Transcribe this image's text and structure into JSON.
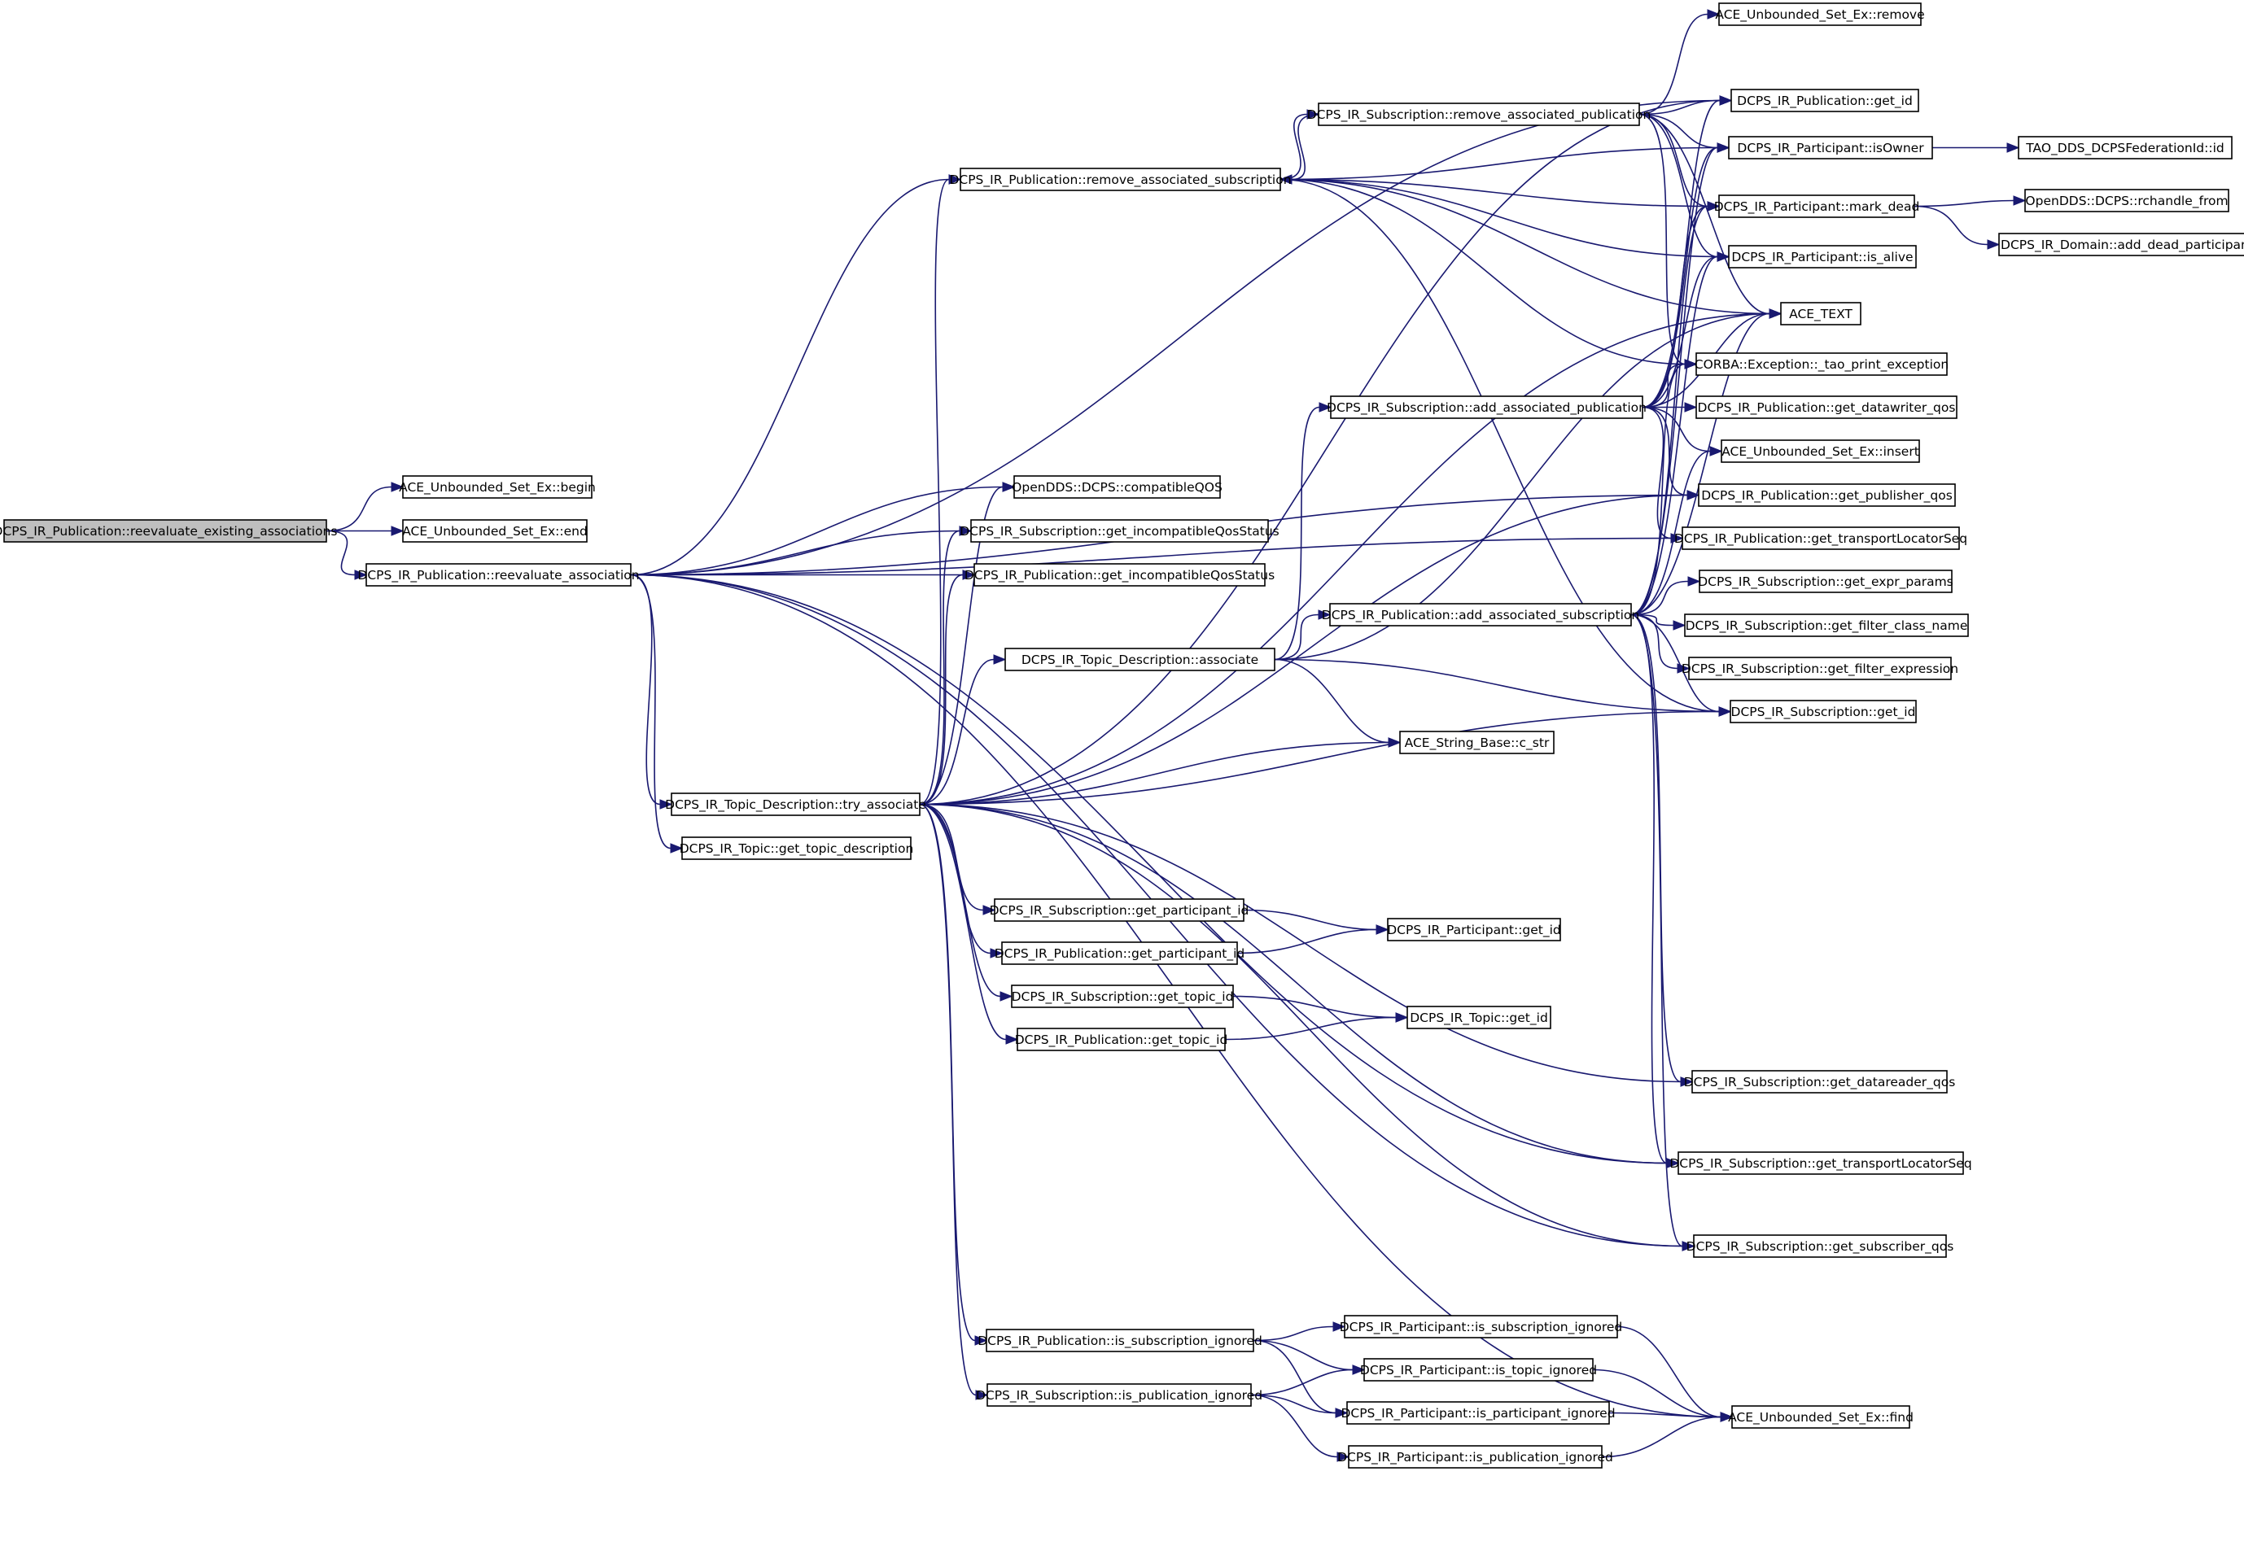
{
  "diagram": {
    "nodes": [
      {
        "id": "root",
        "label": "DCPS_IR_Publication::reevaluate_existing_associations",
        "root": true
      },
      {
        "id": "set_begin",
        "label": "ACE_Unbounded_Set_Ex::begin"
      },
      {
        "id": "set_end",
        "label": "ACE_Unbounded_Set_Ex::end"
      },
      {
        "id": "reeval_assoc",
        "label": "DCPS_IR_Publication::reevaluate_association"
      },
      {
        "id": "pub_remove_sub",
        "label": "DCPS_IR_Publication::remove_associated_subscription"
      },
      {
        "id": "set_remove",
        "label": "ACE_Unbounded_Set_Ex::remove"
      },
      {
        "id": "pub_get_id",
        "label": "DCPS_IR_Publication::get_id"
      },
      {
        "id": "sub_remove_pub",
        "label": "DCPS_IR_Subscription::remove_associated_publication"
      },
      {
        "id": "part_isowner",
        "label": "DCPS_IR_Participant::isOwner"
      },
      {
        "id": "fed_id",
        "label": "TAO_DDS_DCPSFederationId::id"
      },
      {
        "id": "part_mark_dead",
        "label": "DCPS_IR_Participant::mark_dead"
      },
      {
        "id": "rchandle_from",
        "label": "OpenDDS::DCPS::rchandle_from"
      },
      {
        "id": "add_dead_part",
        "label": "DCPS_IR_Domain::add_dead_participant"
      },
      {
        "id": "part_is_alive",
        "label": "DCPS_IR_Participant::is_alive"
      },
      {
        "id": "ace_text",
        "label": "ACE_TEXT"
      },
      {
        "id": "corba_exc",
        "label": "CORBA::Exception::_tao_print_exception"
      },
      {
        "id": "sub_add_pub",
        "label": "DCPS_IR_Subscription::add_associated_publication"
      },
      {
        "id": "pub_dw_qos",
        "label": "DCPS_IR_Publication::get_datawriter_qos"
      },
      {
        "id": "set_insert",
        "label": "ACE_Unbounded_Set_Ex::insert"
      },
      {
        "id": "compat_qos",
        "label": "OpenDDS::DCPS::compatibleQOS"
      },
      {
        "id": "pub_pub_qos",
        "label": "DCPS_IR_Publication::get_publisher_qos"
      },
      {
        "id": "sub_incompat",
        "label": "DCPS_IR_Subscription::get_incompatibleQosStatus"
      },
      {
        "id": "pub_tls",
        "label": "DCPS_IR_Publication::get_transportLocatorSeq"
      },
      {
        "id": "pub_incompat",
        "label": "DCPS_IR_Publication::get_incompatibleQosStatus"
      },
      {
        "id": "sub_expr_params",
        "label": "DCPS_IR_Subscription::get_expr_params"
      },
      {
        "id": "pub_add_sub",
        "label": "DCPS_IR_Publication::add_associated_subscription"
      },
      {
        "id": "sub_filter_class",
        "label": "DCPS_IR_Subscription::get_filter_class_name"
      },
      {
        "id": "td_associate",
        "label": "DCPS_IR_Topic_Description::associate"
      },
      {
        "id": "sub_filter_expr",
        "label": "DCPS_IR_Subscription::get_filter_expression"
      },
      {
        "id": "sub_get_id",
        "label": "DCPS_IR_Subscription::get_id"
      },
      {
        "id": "c_str",
        "label": "ACE_String_Base::c_str"
      },
      {
        "id": "td_try",
        "label": "DCPS_IR_Topic_Description::try_associate"
      },
      {
        "id": "topic_get_td",
        "label": "DCPS_IR_Topic::get_topic_description"
      },
      {
        "id": "sub_get_part_id",
        "label": "DCPS_IR_Subscription::get_participant_id"
      },
      {
        "id": "part_get_id",
        "label": "DCPS_IR_Participant::get_id"
      },
      {
        "id": "pub_get_part_id",
        "label": "DCPS_IR_Publication::get_participant_id"
      },
      {
        "id": "sub_get_topic_id",
        "label": "DCPS_IR_Subscription::get_topic_id"
      },
      {
        "id": "topic_get_id",
        "label": "DCPS_IR_Topic::get_id"
      },
      {
        "id": "pub_get_topic_id",
        "label": "DCPS_IR_Publication::get_topic_id"
      },
      {
        "id": "sub_dr_qos",
        "label": "DCPS_IR_Subscription::get_datareader_qos"
      },
      {
        "id": "sub_tls",
        "label": "DCPS_IR_Subscription::get_transportLocatorSeq"
      },
      {
        "id": "sub_sub_qos",
        "label": "DCPS_IR_Subscription::get_subscriber_qos"
      },
      {
        "id": "pub_is_sub_ign",
        "label": "DCPS_IR_Publication::is_subscription_ignored"
      },
      {
        "id": "part_is_sub_ign",
        "label": "DCPS_IR_Participant::is_subscription_ignored"
      },
      {
        "id": "part_is_topic_ign",
        "label": "DCPS_IR_Participant::is_topic_ignored"
      },
      {
        "id": "sub_is_pub_ign",
        "label": "DCPS_IR_Subscription::is_publication_ignored"
      },
      {
        "id": "part_is_part_ign",
        "label": "DCPS_IR_Participant::is_participant_ignored"
      },
      {
        "id": "set_find",
        "label": "ACE_Unbounded_Set_Ex::find"
      },
      {
        "id": "part_is_pub_ign",
        "label": "DCPS_IR_Participant::is_publication_ignored"
      }
    ],
    "edges": [
      {
        "from": "root",
        "to": "set_begin"
      },
      {
        "from": "root",
        "to": "set_end"
      },
      {
        "from": "root",
        "to": "reeval_assoc"
      },
      {
        "from": "reeval_assoc",
        "to": "pub_remove_sub"
      },
      {
        "from": "reeval_assoc",
        "to": "compat_qos"
      },
      {
        "from": "reeval_assoc",
        "to": "sub_incompat"
      },
      {
        "from": "reeval_assoc",
        "to": "pub_incompat"
      },
      {
        "from": "reeval_assoc",
        "to": "td_try"
      },
      {
        "from": "reeval_assoc",
        "to": "topic_get_td"
      },
      {
        "from": "reeval_assoc",
        "to": "pub_get_id"
      },
      {
        "from": "reeval_assoc",
        "to": "pub_pub_qos"
      },
      {
        "from": "reeval_assoc",
        "to": "pub_tls"
      },
      {
        "from": "reeval_assoc",
        "to": "sub_tls"
      },
      {
        "from": "reeval_assoc",
        "to": "sub_sub_qos"
      },
      {
        "from": "reeval_assoc",
        "to": "set_find"
      },
      {
        "from": "pub_remove_sub",
        "to": "sub_remove_pub"
      },
      {
        "from": "pub_remove_sub",
        "to": "part_isowner"
      },
      {
        "from": "pub_remove_sub",
        "to": "part_mark_dead"
      },
      {
        "from": "pub_remove_sub",
        "to": "part_is_alive"
      },
      {
        "from": "pub_remove_sub",
        "to": "ace_text"
      },
      {
        "from": "pub_remove_sub",
        "to": "corba_exc"
      },
      {
        "from": "pub_remove_sub",
        "to": "sub_get_id"
      },
      {
        "from": "sub_remove_pub",
        "to": "set_remove"
      },
      {
        "from": "sub_remove_pub",
        "to": "pub_get_id"
      },
      {
        "from": "sub_remove_pub",
        "to": "part_isowner"
      },
      {
        "from": "sub_remove_pub",
        "to": "part_mark_dead"
      },
      {
        "from": "sub_remove_pub",
        "to": "part_is_alive"
      },
      {
        "from": "sub_remove_pub",
        "to": "ace_text"
      },
      {
        "from": "sub_remove_pub",
        "to": "corba_exc"
      },
      {
        "from": "sub_remove_pub",
        "to": "pub_remove_sub"
      },
      {
        "from": "part_isowner",
        "to": "fed_id"
      },
      {
        "from": "part_mark_dead",
        "to": "rchandle_from"
      },
      {
        "from": "part_mark_dead",
        "to": "add_dead_part"
      },
      {
        "from": "sub_add_pub",
        "to": "pub_get_id"
      },
      {
        "from": "sub_add_pub",
        "to": "part_isowner"
      },
      {
        "from": "sub_add_pub",
        "to": "part_mark_dead"
      },
      {
        "from": "sub_add_pub",
        "to": "part_is_alive"
      },
      {
        "from": "sub_add_pub",
        "to": "ace_text"
      },
      {
        "from": "sub_add_pub",
        "to": "corba_exc"
      },
      {
        "from": "sub_add_pub",
        "to": "pub_dw_qos"
      },
      {
        "from": "sub_add_pub",
        "to": "set_insert"
      },
      {
        "from": "sub_add_pub",
        "to": "pub_pub_qos"
      },
      {
        "from": "sub_add_pub",
        "to": "pub_tls"
      },
      {
        "from": "pub_add_sub",
        "to": "part_isowner"
      },
      {
        "from": "pub_add_sub",
        "to": "part_mark_dead"
      },
      {
        "from": "pub_add_sub",
        "to": "part_is_alive"
      },
      {
        "from": "pub_add_sub",
        "to": "ace_text"
      },
      {
        "from": "pub_add_sub",
        "to": "corba_exc"
      },
      {
        "from": "pub_add_sub",
        "to": "set_insert"
      },
      {
        "from": "pub_add_sub",
        "to": "sub_expr_params"
      },
      {
        "from": "pub_add_sub",
        "to": "sub_filter_class"
      },
      {
        "from": "pub_add_sub",
        "to": "sub_filter_expr"
      },
      {
        "from": "pub_add_sub",
        "to": "sub_get_id"
      },
      {
        "from": "pub_add_sub",
        "to": "sub_dr_qos"
      },
      {
        "from": "pub_add_sub",
        "to": "sub_tls"
      },
      {
        "from": "pub_add_sub",
        "to": "sub_sub_qos"
      },
      {
        "from": "td_associate",
        "to": "sub_add_pub"
      },
      {
        "from": "td_associate",
        "to": "pub_add_sub"
      },
      {
        "from": "td_associate",
        "to": "ace_text"
      },
      {
        "from": "td_associate",
        "to": "sub_get_id"
      },
      {
        "from": "td_associate",
        "to": "c_str"
      },
      {
        "from": "td_try",
        "to": "pub_remove_sub"
      },
      {
        "from": "td_try",
        "to": "compat_qos"
      },
      {
        "from": "td_try",
        "to": "sub_incompat"
      },
      {
        "from": "td_try",
        "to": "pub_incompat"
      },
      {
        "from": "td_try",
        "to": "td_associate"
      },
      {
        "from": "td_try",
        "to": "c_str"
      },
      {
        "from": "td_try",
        "to": "ace_text"
      },
      {
        "from": "td_try",
        "to": "pub_get_id"
      },
      {
        "from": "td_try",
        "to": "sub_get_id"
      },
      {
        "from": "td_try",
        "to": "pub_pub_qos"
      },
      {
        "from": "td_try",
        "to": "sub_get_part_id"
      },
      {
        "from": "td_try",
        "to": "pub_get_part_id"
      },
      {
        "from": "td_try",
        "to": "sub_get_topic_id"
      },
      {
        "from": "td_try",
        "to": "pub_get_topic_id"
      },
      {
        "from": "td_try",
        "to": "sub_dr_qos"
      },
      {
        "from": "td_try",
        "to": "sub_tls"
      },
      {
        "from": "td_try",
        "to": "sub_sub_qos"
      },
      {
        "from": "td_try",
        "to": "pub_is_sub_ign"
      },
      {
        "from": "td_try",
        "to": "sub_is_pub_ign"
      },
      {
        "from": "sub_get_part_id",
        "to": "part_get_id"
      },
      {
        "from": "pub_get_part_id",
        "to": "part_get_id"
      },
      {
        "from": "sub_get_topic_id",
        "to": "topic_get_id"
      },
      {
        "from": "pub_get_topic_id",
        "to": "topic_get_id"
      },
      {
        "from": "pub_is_sub_ign",
        "to": "part_is_sub_ign"
      },
      {
        "from": "pub_is_sub_ign",
        "to": "part_is_topic_ign"
      },
      {
        "from": "pub_is_sub_ign",
        "to": "part_is_part_ign"
      },
      {
        "from": "sub_is_pub_ign",
        "to": "part_is_topic_ign"
      },
      {
        "from": "sub_is_pub_ign",
        "to": "part_is_part_ign"
      },
      {
        "from": "sub_is_pub_ign",
        "to": "part_is_pub_ign"
      },
      {
        "from": "part_is_sub_ign",
        "to": "set_find"
      },
      {
        "from": "part_is_topic_ign",
        "to": "set_find"
      },
      {
        "from": "part_is_part_ign",
        "to": "set_find"
      },
      {
        "from": "part_is_pub_ign",
        "to": "set_find"
      }
    ]
  }
}
